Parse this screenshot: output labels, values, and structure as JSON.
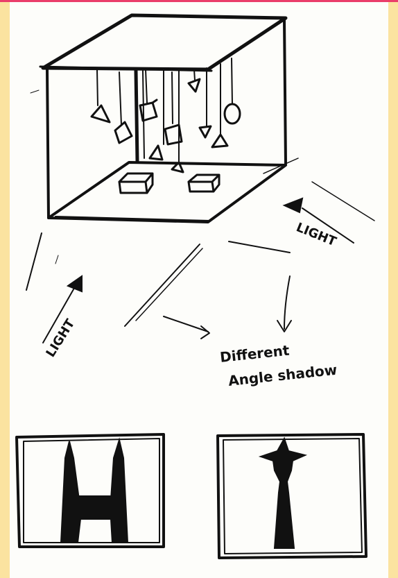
{
  "sketch": {
    "label_light_right": "LIGHT",
    "label_light_left": "LIGHT",
    "note_line_1": "Different",
    "note_line_2": "Angle shadow"
  },
  "colors": {
    "background": "#fbe3a0",
    "top_bar": "#ea3d6a",
    "paper": "#fdfdfa",
    "ink": "#111111"
  }
}
